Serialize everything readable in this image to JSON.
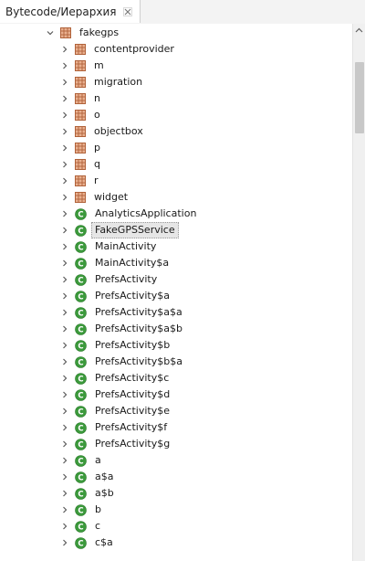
{
  "tab": {
    "title": "Bytecode/Иерархия"
  },
  "tree": {
    "root": {
      "label": "fakegps",
      "expanded": true,
      "icon": "package-icon"
    },
    "packages": [
      {
        "label": "contentprovider",
        "icon": "package-icon"
      },
      {
        "label": "m",
        "icon": "package-icon"
      },
      {
        "label": "migration",
        "icon": "package-icon"
      },
      {
        "label": "n",
        "icon": "package-icon"
      },
      {
        "label": "o",
        "icon": "package-icon"
      },
      {
        "label": "objectbox",
        "icon": "package-icon"
      },
      {
        "label": "p",
        "icon": "package-icon"
      },
      {
        "label": "q",
        "icon": "package-icon"
      },
      {
        "label": "r",
        "icon": "package-icon"
      },
      {
        "label": "widget",
        "icon": "package-icon"
      }
    ],
    "classes": [
      {
        "label": "AnalyticsApplication",
        "icon": "class-icon"
      },
      {
        "label": "FakeGPSService",
        "icon": "class-icon",
        "selected": true
      },
      {
        "label": "MainActivity",
        "icon": "class-icon"
      },
      {
        "label": "MainActivity$a",
        "icon": "class-icon"
      },
      {
        "label": "PrefsActivity",
        "icon": "class-icon"
      },
      {
        "label": "PrefsActivity$a",
        "icon": "class-icon"
      },
      {
        "label": "PrefsActivity$a$a",
        "icon": "class-icon"
      },
      {
        "label": "PrefsActivity$a$b",
        "icon": "class-icon"
      },
      {
        "label": "PrefsActivity$b",
        "icon": "class-icon"
      },
      {
        "label": "PrefsActivity$b$a",
        "icon": "class-icon"
      },
      {
        "label": "PrefsActivity$c",
        "icon": "class-icon"
      },
      {
        "label": "PrefsActivity$d",
        "icon": "class-icon"
      },
      {
        "label": "PrefsActivity$e",
        "icon": "class-icon"
      },
      {
        "label": "PrefsActivity$f",
        "icon": "class-icon"
      },
      {
        "label": "PrefsActivity$g",
        "icon": "class-icon"
      },
      {
        "label": "a",
        "icon": "class-icon"
      },
      {
        "label": "a$a",
        "icon": "class-icon"
      },
      {
        "label": "a$b",
        "icon": "class-icon"
      },
      {
        "label": "b",
        "icon": "class-icon"
      },
      {
        "label": "c",
        "icon": "class-icon"
      },
      {
        "label": "c$a",
        "icon": "class-icon"
      }
    ]
  },
  "colors": {
    "class_icon_green": "#3c9a3c",
    "package_icon_brown": "#b0623a",
    "selection_bg": "#e6e6e6"
  }
}
